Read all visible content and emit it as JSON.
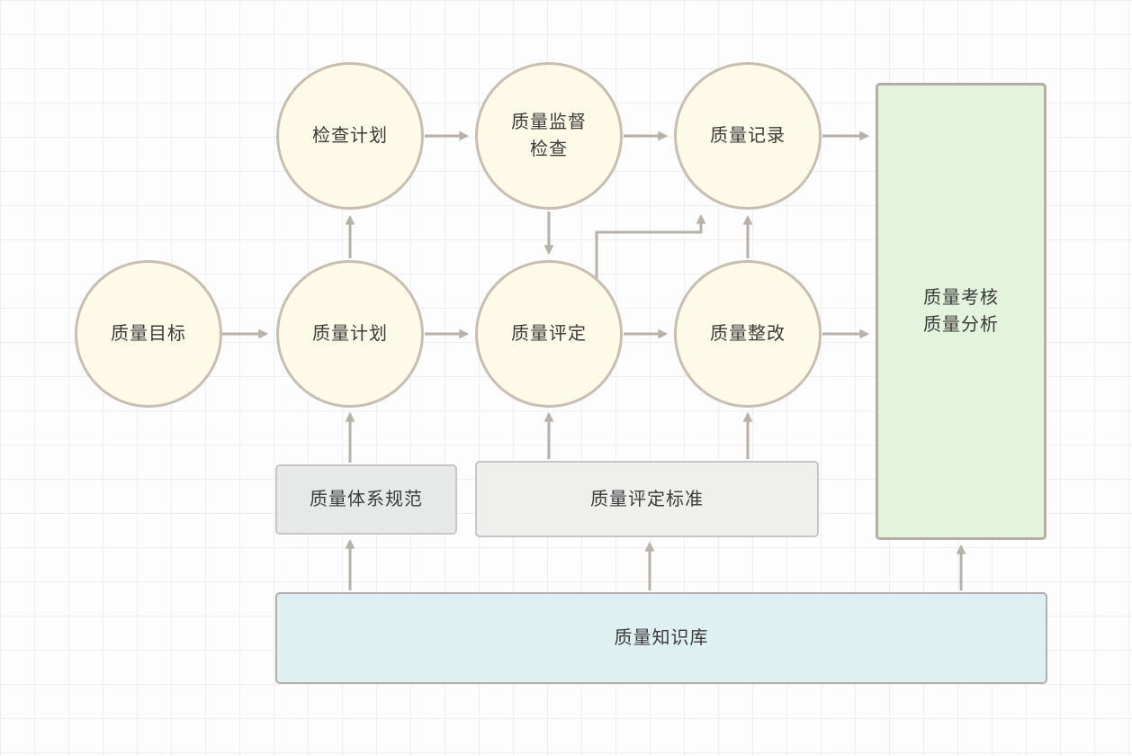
{
  "diagram": {
    "type": "flowchart",
    "nodes": {
      "inspection_plan": {
        "label": "检查计划",
        "shape": "circle"
      },
      "supervision_inspection": {
        "label": "质量监督\n检查",
        "shape": "circle"
      },
      "quality_record": {
        "label": "质量记录",
        "shape": "circle"
      },
      "quality_goal": {
        "label": "质量目标",
        "shape": "circle"
      },
      "quality_plan": {
        "label": "质量计划",
        "shape": "circle"
      },
      "quality_evaluation": {
        "label": "质量评定",
        "shape": "circle"
      },
      "quality_rectification": {
        "label": "质量整改",
        "shape": "circle"
      },
      "quality_assessment_analysis": {
        "label": "质量考核\n质量分析",
        "shape": "rect"
      },
      "quality_system_spec": {
        "label": "质量体系规范",
        "shape": "rect"
      },
      "quality_evaluation_standard": {
        "label": "质量评定标准",
        "shape": "rect"
      },
      "quality_knowledge_base": {
        "label": "质量知识库",
        "shape": "rect"
      }
    },
    "edges": [
      {
        "from": "quality_goal",
        "to": "quality_plan"
      },
      {
        "from": "quality_plan",
        "to": "quality_evaluation"
      },
      {
        "from": "quality_evaluation",
        "to": "quality_rectification"
      },
      {
        "from": "quality_rectification",
        "to": "quality_assessment_analysis"
      },
      {
        "from": "inspection_plan",
        "to": "supervision_inspection"
      },
      {
        "from": "supervision_inspection",
        "to": "quality_record"
      },
      {
        "from": "quality_record",
        "to": "quality_assessment_analysis"
      },
      {
        "from": "quality_plan",
        "to": "inspection_plan"
      },
      {
        "from": "supervision_inspection",
        "to": "quality_evaluation"
      },
      {
        "from": "quality_rectification",
        "to": "quality_record"
      },
      {
        "from": "quality_evaluation",
        "to": "quality_record"
      },
      {
        "from": "quality_system_spec",
        "to": "quality_plan"
      },
      {
        "from": "quality_evaluation_standard",
        "to": "quality_evaluation"
      },
      {
        "from": "quality_evaluation_standard",
        "to": "quality_rectification"
      },
      {
        "from": "quality_knowledge_base",
        "to": "quality_system_spec"
      },
      {
        "from": "quality_knowledge_base",
        "to": "quality_evaluation_standard"
      },
      {
        "from": "quality_knowledge_base",
        "to": "quality_assessment_analysis"
      }
    ],
    "colors": {
      "circle_fill": "#fdfbe7",
      "circle_border": "#c9bdb2",
      "assessment_fill": "#e4f3db",
      "spec_fill": "#e7e9e9",
      "standard_fill": "#efefed",
      "knowledge_base_fill": "#def0f2",
      "arrow": "#b9b0a8",
      "text": "#3a3a3a"
    }
  }
}
